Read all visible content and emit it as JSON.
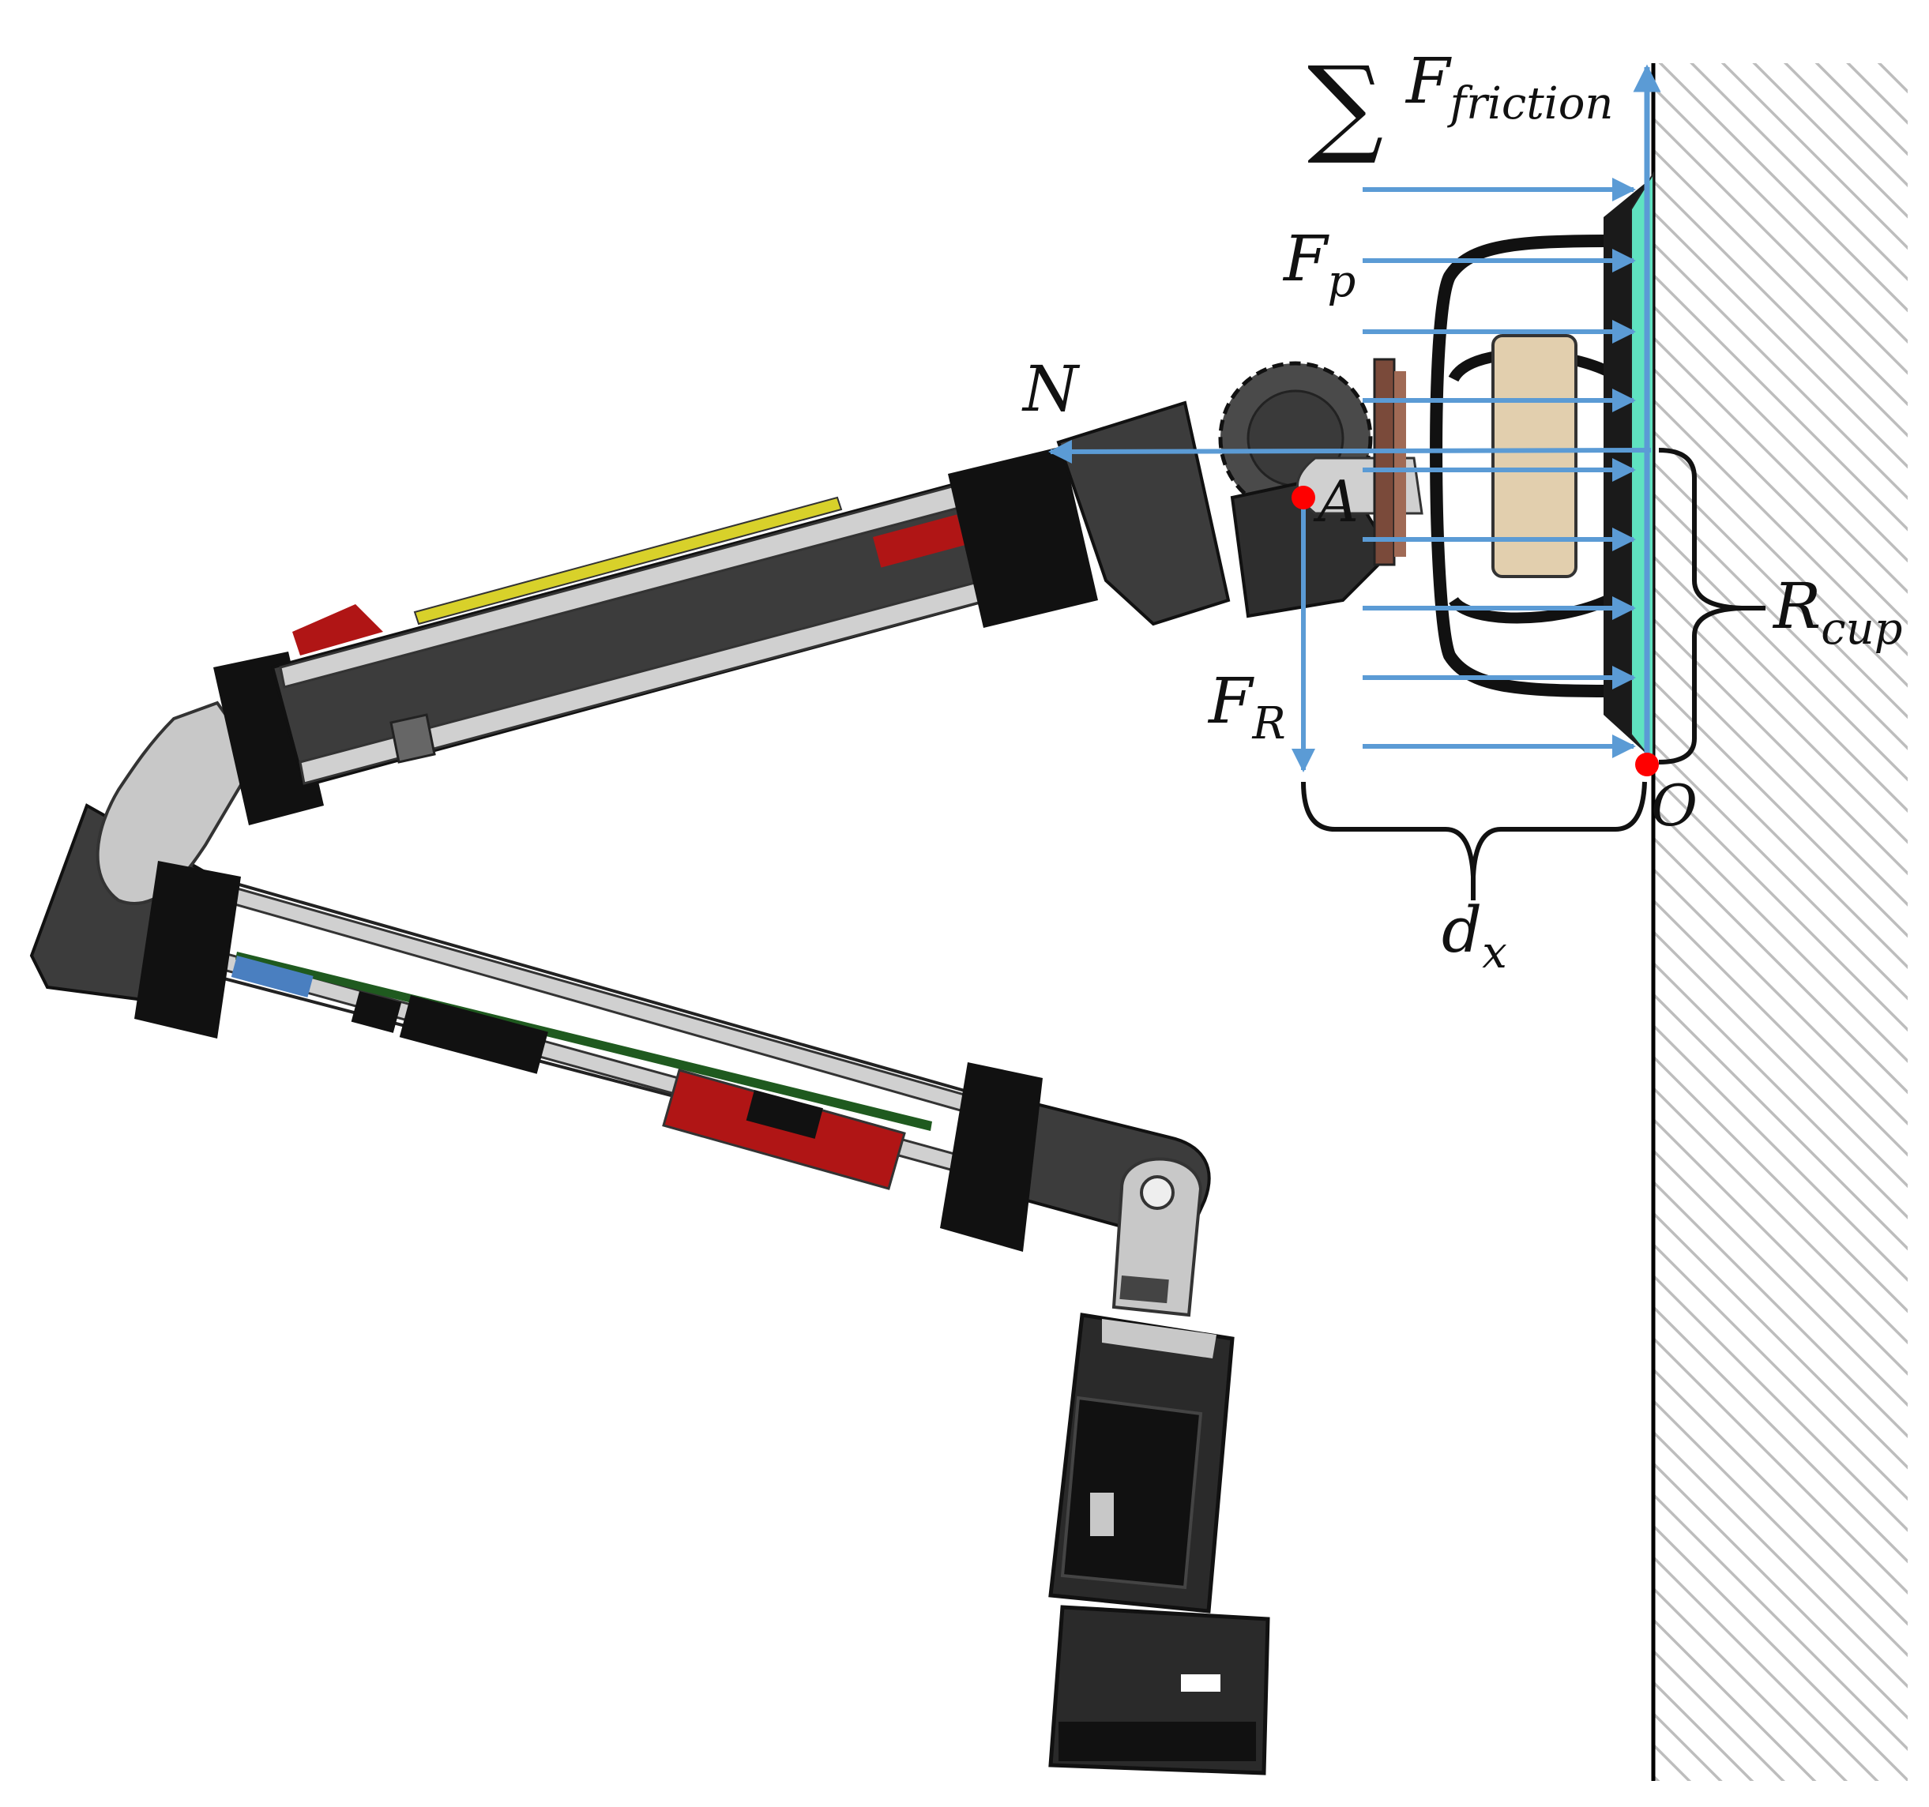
{
  "labels": {
    "friction": {
      "sym": "∑",
      "main": "F",
      "sub": "friction"
    },
    "fp": {
      "main": "F",
      "sub": "p"
    },
    "n": {
      "main": "N"
    },
    "a": {
      "main": "A"
    },
    "fr": {
      "main": "F",
      "sub": "R"
    },
    "rcup": {
      "main": "R",
      "sub": "cup"
    },
    "dx": {
      "main": "d",
      "sub": "x"
    },
    "o": {
      "main": "O"
    }
  },
  "colors": {
    "arrow": "#5b9bd5",
    "cup_surface": "#5fe3c0",
    "point": "#ff0000",
    "arm_dark": "#3c3c3c",
    "arm_black": "#111111",
    "rail": "#c8c8c8",
    "accent_red": "#b01515",
    "accent_yellow": "#d8d12a",
    "cup_tan": "#e2cfae",
    "hatch": "#bdbdbd"
  },
  "icons": {
    "wall": "hatched-wall",
    "robot": "robot-arm",
    "cup": "suction-cup"
  }
}
